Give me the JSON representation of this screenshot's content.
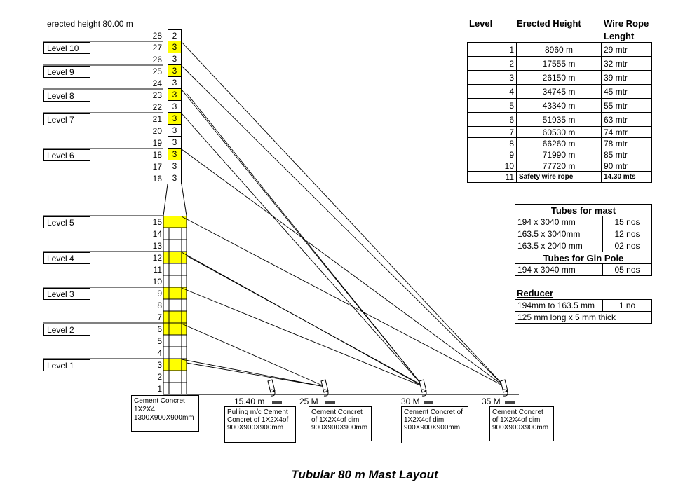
{
  "erected_height": "erected height 80.00 m",
  "levels_left": [
    {
      "label": "Level 10",
      "segment": 27
    },
    {
      "label": "Level 9",
      "segment": 25
    },
    {
      "label": "Level 8",
      "segment": 23
    },
    {
      "label": "Level 7",
      "segment": 21
    },
    {
      "label": "Level 6",
      "segment": 18
    },
    {
      "label": "Level 5",
      "segment": 15
    },
    {
      "label": "Level 4",
      "segment": 12
    },
    {
      "label": "Level 3",
      "segment": 9
    },
    {
      "label": "Level 2",
      "segment": 6
    },
    {
      "label": "Level 1",
      "segment": 3
    }
  ],
  "segment_numbers": [
    "28",
    "27",
    "26",
    "25",
    "24",
    "23",
    "22",
    "21",
    "20",
    "19",
    "18",
    "17",
    "16",
    "15",
    "14",
    "13",
    "12",
    "11",
    "10",
    "9",
    "8",
    "7",
    "6",
    "5",
    "4",
    "3",
    "2",
    "1"
  ],
  "upper_cells": [
    "2",
    "3",
    "3",
    "3",
    "3",
    "3",
    "3",
    "3",
    "3",
    "3",
    "3",
    "3",
    "3"
  ],
  "upper_highlight": [
    false,
    true,
    false,
    true,
    false,
    true,
    false,
    true,
    false,
    false,
    true,
    false,
    false
  ],
  "lower_highlight": [
    true,
    false,
    false,
    true,
    false,
    false,
    true,
    false,
    true,
    true,
    false,
    false,
    true,
    false,
    false
  ],
  "anchors": [
    {
      "distance": "15.40 m",
      "text": [
        "Pulling m/c Cement",
        "Concret of 1X2X4of",
        "900X900X900mm"
      ]
    },
    {
      "distance": "25 M",
      "text": [
        "Cement Concret",
        "of 1X2X4of dim",
        "900X900X900mm"
      ]
    },
    {
      "distance": "30 M",
      "text": [
        "Cement Concret of",
        "1X2X4of dim",
        "900X900X900mm"
      ]
    },
    {
      "distance": "35 M",
      "text": [
        "Cement Concret",
        "of 1X2X4of dim",
        "900X900X900mm"
      ]
    }
  ],
  "base_block": [
    "Cement Concret",
    "1X2X4",
    "1300X900X900mm"
  ],
  "level_table": {
    "headers": [
      "Level",
      "Erected Height",
      "Wire Rope",
      "Lenght"
    ],
    "rows": [
      [
        "1",
        "8960 m",
        "29 mtr"
      ],
      [
        "2",
        "17555 m",
        "32 mtr"
      ],
      [
        "3",
        "26150 m",
        "39 mtr"
      ],
      [
        "4",
        "34745 m",
        "45 mtr"
      ],
      [
        "5",
        "43340 m",
        "55 mtr"
      ],
      [
        "6",
        "51935 m",
        "63 mtr"
      ],
      [
        "7",
        "60530 m",
        "74 mtr"
      ],
      [
        "8",
        "66260 m",
        "78 mtr"
      ],
      [
        "9",
        "71990 m",
        "85 mtr"
      ],
      [
        "10",
        "77720 m",
        "90 mtr"
      ],
      [
        "11",
        "Safety wire rope",
        "14.30 mts"
      ]
    ]
  },
  "tubes": {
    "mast_title": "Tubes for mast",
    "mast_rows": [
      [
        "194 x 3040 mm",
        "15 nos"
      ],
      [
        "163.5 x 3040mm",
        "12 nos"
      ],
      [
        "163.5 x 2040 mm",
        "02 nos"
      ]
    ],
    "gin_title": "Tubes for Gin Pole",
    "gin_rows": [
      [
        "194 x 3040 mm",
        "05 nos"
      ]
    ]
  },
  "reducer": {
    "title": "Reducer",
    "row1": [
      "194mm to 163.5 mm",
      "1 no"
    ],
    "row2": "125 mm long x 5 mm thick"
  },
  "title": "Tubular 80 m Mast Layout",
  "colors": {
    "highlight": "#ffff00",
    "line": "#000000"
  }
}
